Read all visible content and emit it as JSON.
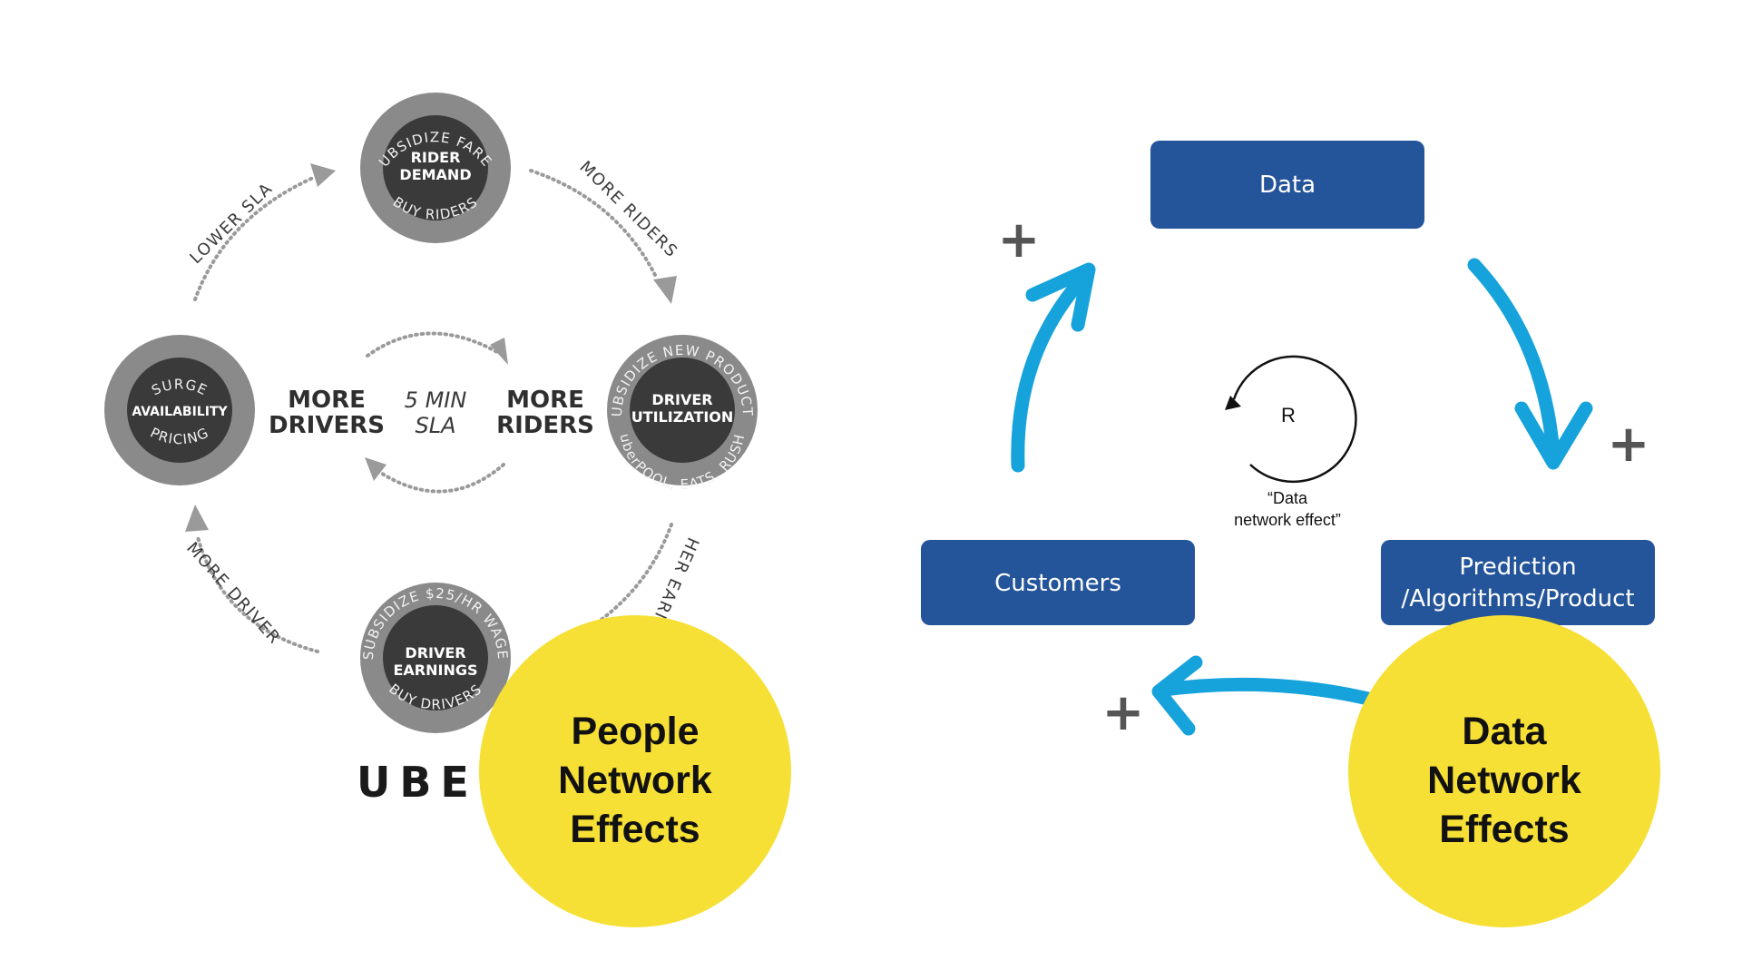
{
  "uber_diagram": {
    "nodes": {
      "rider_demand": {
        "line1": "RIDER",
        "line2": "DEMAND",
        "ring_top": "SUBSIDIZE FARES",
        "ring_bottom": "BUY RIDERS"
      },
      "driver_utilization": {
        "line1": "DRIVER",
        "line2": "UTILIZATION",
        "ring_top": "SUBSIDIZE NEW PRODUCTS",
        "ring_bottom": "uberPOOL, EATS, RUSH"
      },
      "driver_earnings": {
        "line1": "DRIVER",
        "line2": "EARNINGS",
        "ring_top": "SUBSIDIZE $25/HR WAGE",
        "ring_bottom": "BUY DRIVERS"
      },
      "availability": {
        "line1": "AVAILABILITY",
        "ring_top": "SURGE",
        "ring_bottom": "PRICING"
      }
    },
    "arc_labels": {
      "lower_sla": "LOWER SLA",
      "more_riders": "MORE RIDERS",
      "higher_earnings": "HIGHER EARNINGS",
      "more_drivers": "MORE DRIVERS"
    },
    "center": {
      "left_line1": "MORE",
      "left_line2": "DRIVERS",
      "mid_line1": "5 MIN",
      "mid_line2": "SLA",
      "right_line1": "MORE",
      "right_line2": "RIDERS"
    },
    "logo": "UBER"
  },
  "people_badge": {
    "line1": "People",
    "line2": "Network",
    "line3": "Effects"
  },
  "data_diagram": {
    "boxes": {
      "data": "Data",
      "customers": "Customers",
      "prediction_line1": "Prediction",
      "prediction_line2": "/Algorithms/Product"
    },
    "plus_sign": "+",
    "loop_label": "R",
    "caption_line1": "“Data",
    "caption_line2": "network effect”"
  },
  "data_badge": {
    "line1": "Data",
    "line2": "Network",
    "line3": "Effects"
  },
  "colors": {
    "badge_yellow": "#f7e035",
    "box_blue": "#24549a",
    "arrow_cyan": "#16a3dc",
    "node_dark": "#3a3a3a",
    "node_ring": "#8a8a8a"
  }
}
